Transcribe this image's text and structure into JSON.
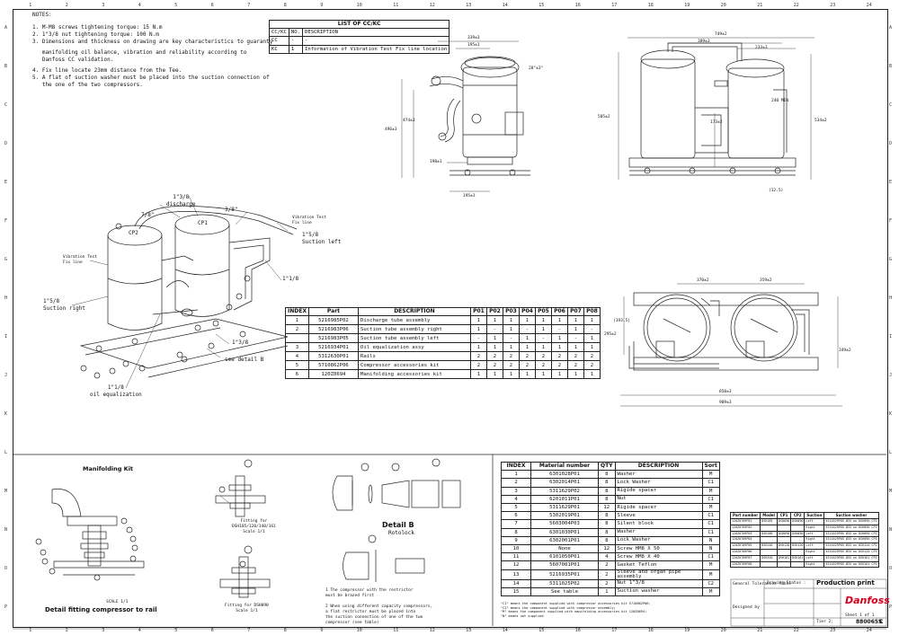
{
  "notes": {
    "title": "NOTES:",
    "items": [
      "1. M-M8 screws tightening torque: 15 N.m",
      "2. 1\"3/8 nut tightening torque: 100 N.m",
      "3. Dimensions and thickness on drawing are key characteristics to guaranty",
      "   manifolding oil balance, vibration and reliability according to",
      "   Danfoss CC validation.",
      "4. Fix line locate 23mm distance from the Tee.",
      "5. A flat of suction washer must be placed into the suction connection of",
      "   the one of the two compressors."
    ]
  },
  "cckc_table": {
    "title": "LIST OF CC/KC",
    "headers": [
      "CC/KC",
      "NO.",
      "DESCRIPTION"
    ],
    "rows": [
      [
        "CC",
        "-",
        "-"
      ],
      [
        "KC",
        "1",
        "Information of Vibration Test Fix line location"
      ]
    ]
  },
  "iso_labels": {
    "discharge": "1\"3/8\ndischarge",
    "d78": "7/8\"",
    "d38": "3/8\"",
    "suction_left": "1\"5/8\nSuction left",
    "suction_right": "1\"5/8\nSuction right",
    "d118": "1\"1/8",
    "d138b": "1\"3/8",
    "oil_eq": "1\"1/8\noil equalization",
    "see_detail": "see detail B",
    "cp1": "CP1",
    "cp2": "CP2",
    "vib1": "Vibration Test\nFix line",
    "vib2": "Vibration Test\nFix line"
  },
  "parts_table": {
    "headers": [
      "INDEX",
      "Part",
      "DESCRIPTION",
      "P01",
      "P02",
      "P03",
      "P04",
      "P05",
      "P06",
      "P07",
      "P08"
    ],
    "rows": [
      [
        "1",
        "5216985P02",
        "Discharge tube assembly",
        "1",
        "1",
        "1",
        "1",
        "1",
        "1",
        "1",
        "1"
      ],
      [
        "2",
        "5216983P06",
        "Suction tube assembly right",
        "1",
        "-",
        "1",
        "-",
        "1",
        "-",
        "1",
        "-"
      ],
      [
        "",
        "5216983P05",
        "Suction tube assembly left",
        "-",
        "1",
        "-",
        "1",
        "-",
        "1",
        "-",
        "1"
      ],
      [
        "3",
        "5216934P01",
        "Oil equalization assy",
        "1",
        "1",
        "1",
        "1",
        "1",
        "1",
        "1",
        "1"
      ],
      [
        "4",
        "5312630P01",
        "Rails",
        "2",
        "2",
        "2",
        "2",
        "2",
        "2",
        "2",
        "2"
      ],
      [
        "5",
        "5710862P06",
        "Compressor accessories kit",
        "2",
        "2",
        "2",
        "2",
        "2",
        "2",
        "2",
        "2"
      ],
      [
        "6",
        "120Z0694",
        "Manifolding accessories kit",
        "1",
        "1",
        "1",
        "1",
        "1",
        "1",
        "1",
        "1"
      ]
    ]
  },
  "material_table": {
    "headers": [
      "INDEX",
      "Material number",
      "QTY",
      "DESCRIPTION",
      "Sort"
    ],
    "rows": [
      [
        "1",
        "6301028P01",
        "8",
        "Washer",
        "M"
      ],
      [
        "2",
        "6302014P01",
        "8",
        "Lock Washer",
        "C1"
      ],
      [
        "3",
        "5311629P02",
        "8",
        "Rigide spacer",
        "M"
      ],
      [
        "4",
        "6201011P01",
        "8",
        "Nut",
        "C1"
      ],
      [
        "5",
        "5311629P01",
        "12",
        "Rigide spacer",
        "M"
      ],
      [
        "6",
        "5302019P01",
        "8",
        "Sleeve",
        "C1"
      ],
      [
        "7",
        "5603004P03",
        "8",
        "Silent block",
        "C1"
      ],
      [
        "8",
        "6301030P01",
        "8",
        "Washer",
        "C1"
      ],
      [
        "9",
        "6302001P01",
        "8",
        "Lock Washer",
        "N"
      ],
      [
        "10",
        "None",
        "12",
        "Screw HM8 X 50",
        "N"
      ],
      [
        "11",
        "6101050P01",
        "4",
        "Screw HM8 X 40",
        "C1"
      ],
      [
        "12",
        "5607081P01",
        "2",
        "Gasket Teflon",
        "M"
      ],
      [
        "13",
        "5216935P01",
        "2",
        "Sleeve and organ pipe assembly",
        "M"
      ],
      [
        "14",
        "5311025P02",
        "2",
        "Nut 1\"3/8",
        "C2"
      ],
      [
        "15",
        "See table",
        "1",
        "Suction washer",
        "M"
      ]
    ],
    "footnotes": [
      "\"C1\" means the component supplied with compressor accessories kit 5710862P06;",
      "\"C2\" means the component supplied with compressor assembly;",
      "\"M\" means the component supplied with manifolding accessories kit 120Z0694;",
      "\"N\" means not supplied"
    ]
  },
  "model_table": {
    "headers": [
      "Part number",
      "Model",
      "CP1",
      "CP2",
      "Suction",
      "Suction washer"
    ],
    "rows": [
      [
        "120Z0709P01",
        "DSH185",
        "DSH090",
        "DSH090",
        "Left",
        "5311629P05 Ø33 on DSH090 CP2"
      ],
      [
        "120Z0709P02",
        "",
        "",
        "",
        "Right",
        "5311629P05 Ø33 on DSH090 CP1"
      ],
      [
        "120Z0709P03",
        "DSH180",
        "DSH090",
        "DSH090",
        "Left",
        "5311629P05 Ø33 on DSH090 CP2"
      ],
      [
        "120Z0709P04",
        "",
        "",
        "",
        "Right",
        "5311629P05 Ø33 on DSH090 CP1"
      ],
      [
        "120Z0709P05",
        "DSH240",
        "DSH120",
        "DSH120",
        "Left",
        "5311629P05 Ø33 on DSH120 CP2"
      ],
      [
        "120Z0709P06",
        "",
        "",
        "",
        "Right",
        "5311629P05 Ø33 on DSH120 CP1"
      ],
      [
        "120Z0709P07",
        "DSH320",
        "DSH161",
        "DSH161",
        "Left",
        "5311629P05 Ø33 on DSH161 CP2"
      ],
      [
        "120Z0709P08",
        "",
        "",
        "",
        "Right",
        "5311629P05 Ø33 on DSH161 CP1"
      ]
    ]
  },
  "details": {
    "manifolding_kit": "Manifolding Kit",
    "fitting_caption": "Detail fitting compressor to rail",
    "scale": "SCALE 1/1",
    "fitting1": "Fitting for\nDSH105/120/140/161\nScale 1/1",
    "fitting2": "Fitting for DSH090\nScale 1/1",
    "detail_b": "Detail B",
    "rotolock": "Rotolock",
    "detail_notes": "1 The compressor with the restrictor\nmust be brazed first\n\n2 When using different capacity compressors,\na flat restrictor must be placed into\nthe suction connection of one of the two\ncompressor (see table)"
  },
  "dimensions": {
    "side": [
      "339±3",
      "195±1",
      "28°±3°",
      "474±3",
      "496±3",
      "198±1",
      "195±1"
    ],
    "front": [
      "749±2",
      "389±3",
      "233±3",
      "240 MIN",
      "173±2",
      "534±2",
      "(12.5)",
      "505±2"
    ],
    "top": [
      "370±2",
      "359±2",
      "(193.5)",
      "295±2",
      "349±2",
      "850±3",
      "909±3"
    ]
  },
  "title_block": {
    "drawing_status_label": "Drawing Status :",
    "drawing_status": "Production print",
    "brand": "Danfoss",
    "doc_no": "8800655",
    "rev": "C",
    "small_text": [
      "General Tolerances Table",
      "Designed by",
      "Tier 2:",
      "Sheet 1 of 1"
    ]
  },
  "zone_numbers": [
    "1",
    "2",
    "3",
    "4",
    "5",
    "6",
    "7",
    "8",
    "9",
    "10",
    "11",
    "12",
    "13",
    "14",
    "15",
    "16",
    "17",
    "18",
    "19",
    "20",
    "21",
    "22",
    "23",
    "24"
  ],
  "zone_letters": [
    "A",
    "B",
    "C",
    "D",
    "E",
    "F",
    "G",
    "H",
    "I",
    "J",
    "K",
    "L",
    "M",
    "N",
    "O",
    "P"
  ],
  "colors": {
    "line": "#222222",
    "brand": "#d2001e"
  }
}
